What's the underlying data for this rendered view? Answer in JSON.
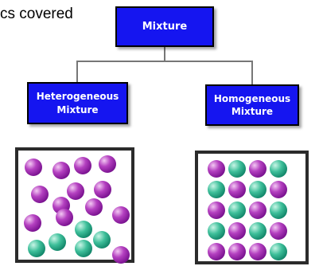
{
  "header": {
    "clipped_text": "cs covered"
  },
  "diagram": {
    "root": {
      "lines": [
        "Mixture"
      ]
    },
    "left": {
      "lines": [
        "Heterogeneous",
        "Mixture"
      ]
    },
    "right": {
      "lines": [
        "Homogeneous",
        "Mixture"
      ]
    }
  },
  "colors": {
    "box_fill": "#1515f0",
    "box_text": "#ffffff",
    "connector": "#777777",
    "particle_purple": "#9b2fb0",
    "particle_green": "#2aa888"
  }
}
